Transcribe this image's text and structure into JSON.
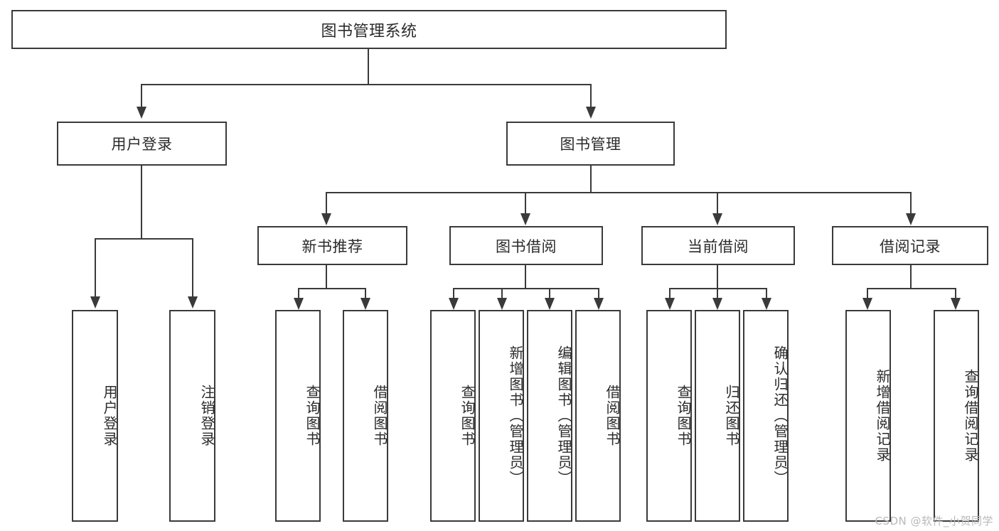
{
  "diagram": {
    "type": "tree",
    "title": "图书管理系统",
    "watermark": "CSDN @软件_小贺同学",
    "colors": {
      "stroke": "#3a3a3a",
      "text": "#2b2b2b",
      "background": "#ffffff",
      "watermark": "#b9b9b9"
    },
    "root": {
      "label": "图书管理系统"
    },
    "level2": [
      {
        "label": "用户登录"
      },
      {
        "label": "图书管理"
      }
    ],
    "level3": [
      {
        "label": "新书推荐"
      },
      {
        "label": "图书借阅"
      },
      {
        "label": "当前借阅"
      },
      {
        "label": "借阅记录"
      }
    ],
    "leaves": {
      "user_login": [
        {
          "label": "用户登录"
        },
        {
          "label": "注销登录"
        }
      ],
      "new_book_recommend": [
        {
          "label": "查询图书"
        },
        {
          "label": "借阅图书"
        }
      ],
      "book_borrow": [
        {
          "label": "查询图书"
        },
        {
          "label": "新增图书（管理员）"
        },
        {
          "label": "编辑图书（管理员）"
        },
        {
          "label": "借阅图书"
        }
      ],
      "current_borrow": [
        {
          "label": "查询图书"
        },
        {
          "label": "归还图书"
        },
        {
          "label": "确认归还（管理员）"
        }
      ],
      "borrow_records": [
        {
          "label": "新增借阅记录"
        },
        {
          "label": "查询借阅记录"
        }
      ]
    }
  }
}
